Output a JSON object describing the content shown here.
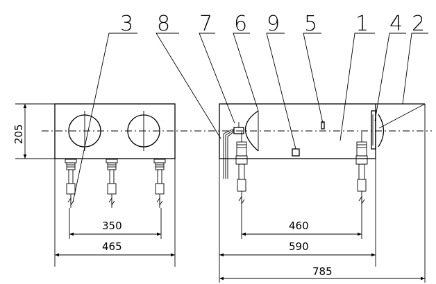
{
  "callouts": [
    "3",
    "8",
    "7",
    "6",
    "9",
    "5",
    "1",
    "4",
    "2"
  ],
  "dimensions": {
    "height": "205",
    "left_inner": "350",
    "left_outer": "465",
    "right_inner": "460",
    "right_mid": "590",
    "right_outer": "785"
  }
}
